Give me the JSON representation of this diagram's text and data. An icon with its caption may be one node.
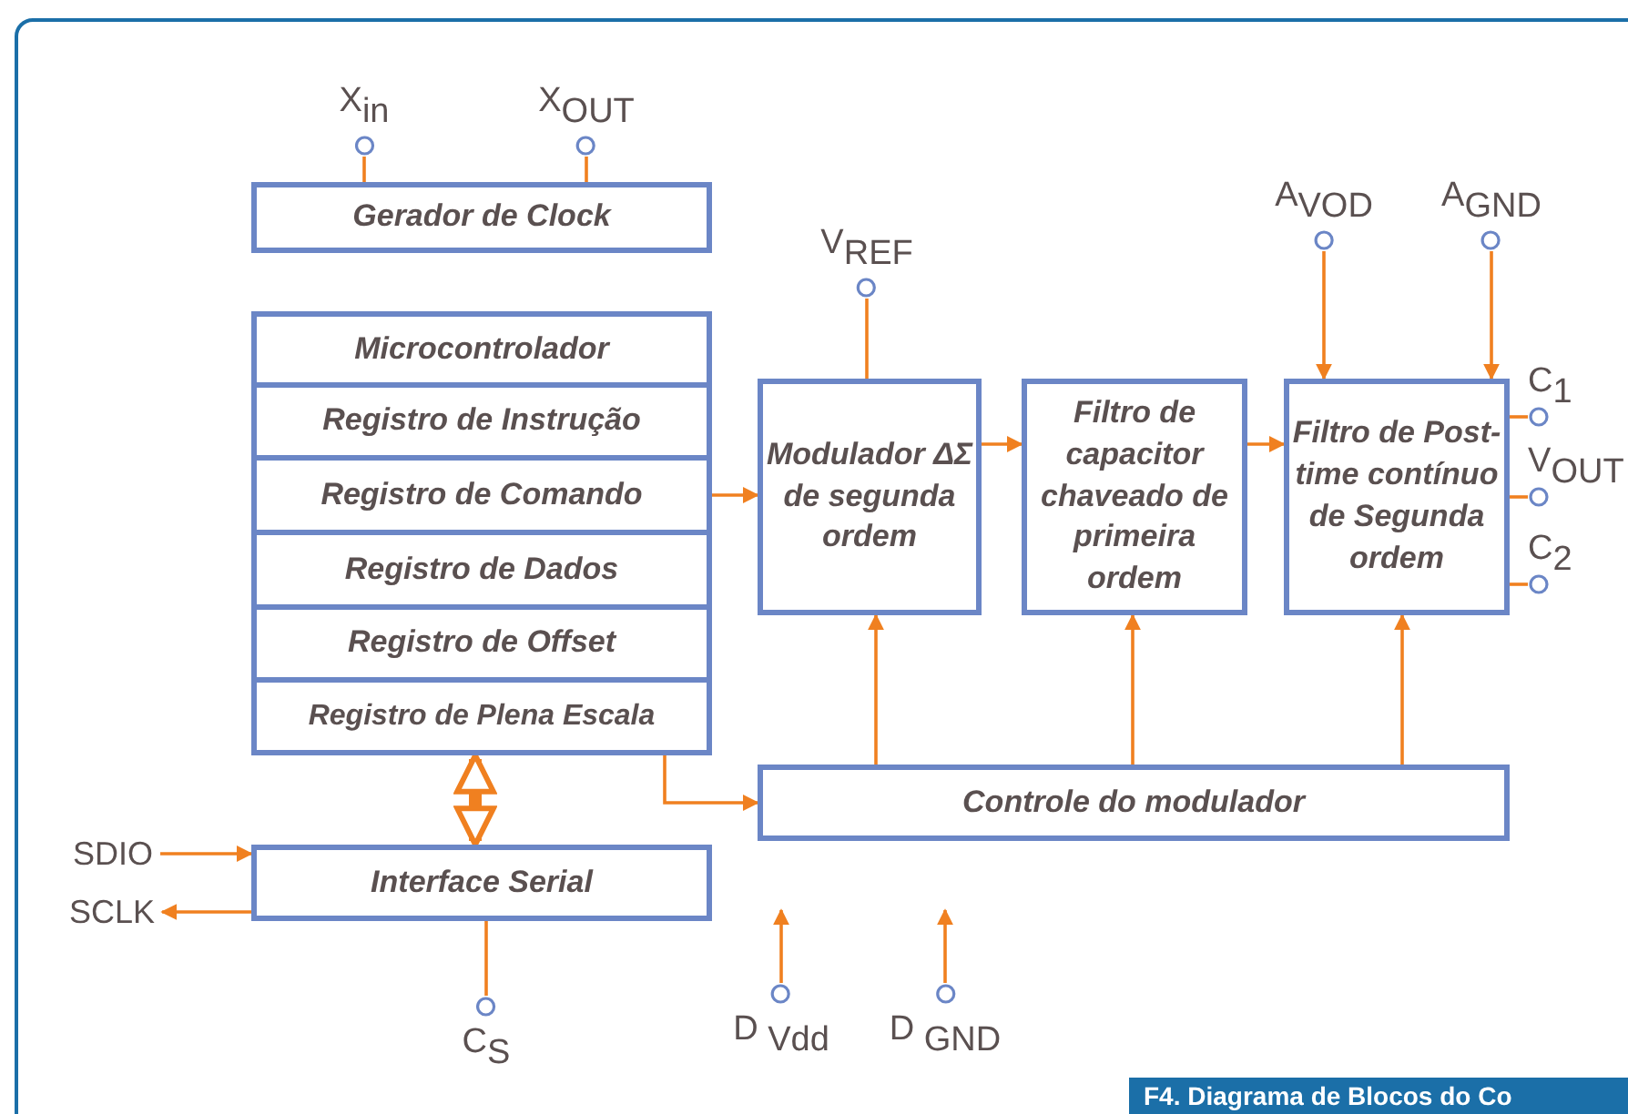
{
  "diagram": {
    "caption": "F4. Diagrama de Blocos do Co",
    "nodes": [
      {
        "text": [
          "X$_{in}$"
        ]
      },
      {
        "text": [
          "X$_{OUT}$"
        ]
      },
      {
        "text": [
          "Gerador de Clock"
        ]
      },
      {
        "text": [
          "Microcontrolador"
        ]
      },
      {
        "text": [
          "Registro de Instrução"
        ]
      },
      {
        "text": [
          "Registro de Comando"
        ]
      },
      {
        "text": [
          "Registro de Dados"
        ]
      },
      {
        "text": [
          "Registro de Offset"
        ]
      },
      {
        "text": [
          "Registro de Plena Escala"
        ]
      },
      {
        "text": [
          "V$_{REF}$"
        ]
      },
      {
        "text": [
          "Modulador ΔΣ de segunda ordem"
        ]
      },
      {
        "text": [
          "Filtro de capacitor chaveado de primeira ordem"
        ]
      },
      {
        "text": [
          "A$_{VOD}$"
        ]
      },
      {
        "text": [
          "A$_{GND}$"
        ]
      },
      {
        "text": [
          "Filtro de Post-time contínuo de Segunda ordem"
        ]
      },
      {
        "text": [
          "C$_{1}$"
        ]
      },
      {
        "text": [
          "V$_{OUT}$"
        ]
      },
      {
        "text": [
          "C$_{2}$"
        ]
      },
      {
        "text": [
          "SDIO"
        ]
      },
      {
        "text": [
          "SCLK"
        ]
      },
      {
        "text": [
          "Interface Serial"
        ]
      },
      {
        "text": [
          "Controle do modulador"
        ]
      },
      {
        "text": [
          "C$_{S}$"
        ]
      },
      {
        "text": [
          "D $_{Vdd}$"
        ]
      },
      {
        "text": [
          "D $_{GND}$"
        ]
      }
    ],
    "edges": [
      {
        "from": 0,
        "to": 2,
        "arrow": "none"
      },
      {
        "from": 1,
        "to": 2,
        "arrow": "none"
      },
      {
        "from": 5,
        "to": 10,
        "arrow": "to"
      },
      {
        "from": 9,
        "to": 10,
        "arrow": "none"
      },
      {
        "from": 10,
        "to": 11,
        "arrow": "to"
      },
      {
        "from": 11,
        "to": 14,
        "arrow": "to"
      },
      {
        "from": 12,
        "to": 14,
        "arrow": "to"
      },
      {
        "from": 13,
        "to": 14,
        "arrow": "to"
      },
      {
        "from": 14,
        "to": 15,
        "arrow": "none"
      },
      {
        "from": 14,
        "to": 16,
        "arrow": "none"
      },
      {
        "from": 14,
        "to": 17,
        "arrow": "none"
      },
      {
        "from": 8,
        "to": 21,
        "arrow": "to"
      },
      {
        "from": 21,
        "to": 10,
        "arrow": "to"
      },
      {
        "from": 21,
        "to": 11,
        "arrow": "to"
      },
      {
        "from": 21,
        "to": 14,
        "arrow": "to"
      },
      {
        "from": 8,
        "to": 20,
        "arrow": "both",
        "style": "thick"
      },
      {
        "from": 18,
        "to": 20,
        "arrow": "to"
      },
      {
        "from": 20,
        "to": 19,
        "arrow": "to"
      },
      {
        "from": 20,
        "to": 22,
        "arrow": "none"
      },
      {
        "from": 23,
        "to": null,
        "arrow": "to"
      },
      {
        "from": 24,
        "to": null,
        "arrow": "to"
      }
    ]
  }
}
